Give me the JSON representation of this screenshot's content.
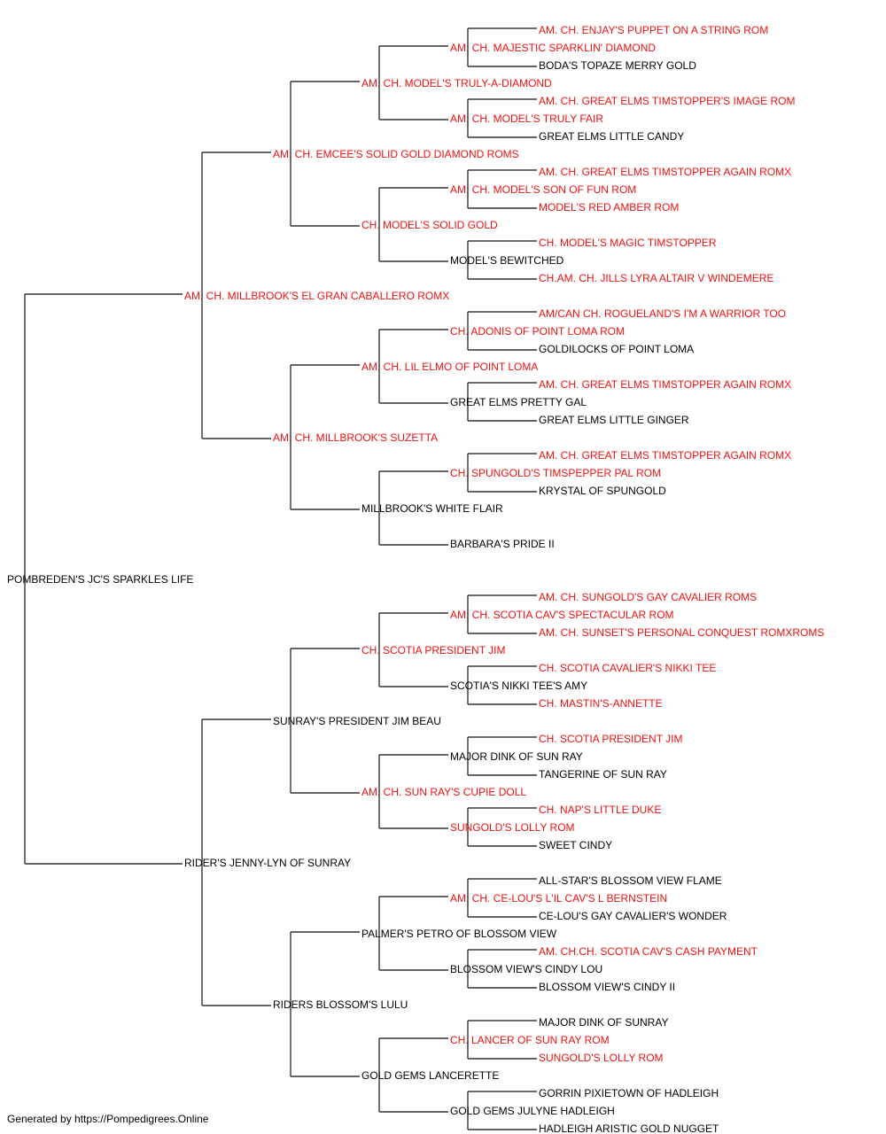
{
  "colors": {
    "titled": "#ee1111",
    "plain": "#000000",
    "line": "#333333"
  },
  "pedigree": [
    {
      "gen": 0,
      "name": "POMBREDEN'S JC'S SPARKLES LIFE",
      "titled": false
    },
    {
      "gen": 1,
      "name": "AM. CH. MILLBROOK'S EL GRAN CABALLERO ROMX",
      "titled": true
    },
    {
      "gen": 1,
      "name": "RIDER'S JENNY-LYN OF SUNRAY",
      "titled": false
    },
    {
      "gen": 2,
      "name": "AM. CH. EMCEE'S SOLID GOLD DIAMOND ROMS",
      "titled": true
    },
    {
      "gen": 2,
      "name": "AM. CH. MILLBROOK'S SUZETTA",
      "titled": true
    },
    {
      "gen": 2,
      "name": "SUNRAY'S PRESIDENT JIM BEAU",
      "titled": false
    },
    {
      "gen": 2,
      "name": "RIDERS BLOSSOM'S LULU",
      "titled": false
    },
    {
      "gen": 3,
      "name": "AM. CH. MODEL'S TRULY-A-DIAMOND",
      "titled": true
    },
    {
      "gen": 3,
      "name": "CH. MODEL'S SOLID GOLD",
      "titled": true
    },
    {
      "gen": 3,
      "name": "AM. CH. LIL ELMO OF POINT LOMA",
      "titled": true
    },
    {
      "gen": 3,
      "name": "MILLBROOK'S WHITE FLAIR",
      "titled": false
    },
    {
      "gen": 3,
      "name": "CH. SCOTIA PRESIDENT JIM",
      "titled": true
    },
    {
      "gen": 3,
      "name": "AM. CH. SUN RAY'S CUPIE DOLL",
      "titled": true
    },
    {
      "gen": 3,
      "name": "PALMER'S PETRO OF BLOSSOM VIEW",
      "titled": false
    },
    {
      "gen": 3,
      "name": "GOLD GEMS LANCERETTE",
      "titled": false
    },
    {
      "gen": 4,
      "name": "AM. CH. MAJESTIC SPARKLIN' DIAMOND",
      "titled": true
    },
    {
      "gen": 4,
      "name": "AM. CH. MODEL'S TRULY FAIR",
      "titled": true
    },
    {
      "gen": 4,
      "name": "AM. CH. MODEL'S SON OF FUN ROM",
      "titled": true
    },
    {
      "gen": 4,
      "name": "MODEL'S BEWITCHED",
      "titled": false
    },
    {
      "gen": 4,
      "name": "CH. ADONIS OF POINT LOMA ROM",
      "titled": true
    },
    {
      "gen": 4,
      "name": "GREAT ELMS PRETTY GAL",
      "titled": false
    },
    {
      "gen": 4,
      "name": "CH. SPUNGOLD'S TIMSPEPPER PAL ROM",
      "titled": true
    },
    {
      "gen": 4,
      "name": "BARBARA'S PRIDE II",
      "titled": false
    },
    {
      "gen": 4,
      "name": "AM. CH. SCOTIA CAV'S SPECTACULAR ROM",
      "titled": true
    },
    {
      "gen": 4,
      "name": "SCOTIA'S NIKKI TEE'S AMY",
      "titled": false
    },
    {
      "gen": 4,
      "name": "MAJOR DINK OF SUN RAY",
      "titled": false
    },
    {
      "gen": 4,
      "name": "SUNGOLD'S LOLLY ROM",
      "titled": true
    },
    {
      "gen": 4,
      "name": "AM. CH. CE-LOU'S L'IL CAV'S L BERNSTEIN",
      "titled": true
    },
    {
      "gen": 4,
      "name": "BLOSSOM VIEW'S CINDY LOU",
      "titled": false
    },
    {
      "gen": 4,
      "name": "CH. LANCER OF SUN RAY ROM",
      "titled": true
    },
    {
      "gen": 4,
      "name": "GOLD GEMS JULYNE HADLEIGH",
      "titled": false
    },
    {
      "gen": 5,
      "name": "AM. CH. ENJAY'S PUPPET ON A STRING ROM",
      "titled": true
    },
    {
      "gen": 5,
      "name": "BODA'S TOPAZE MERRY GOLD",
      "titled": false
    },
    {
      "gen": 5,
      "name": "AM. CH. GREAT ELMS TIMSTOPPER'S IMAGE ROM",
      "titled": true
    },
    {
      "gen": 5,
      "name": "GREAT ELMS LITTLE CANDY",
      "titled": false
    },
    {
      "gen": 5,
      "name": "AM. CH. GREAT ELMS TIMSTOPPER AGAIN ROMX",
      "titled": true
    },
    {
      "gen": 5,
      "name": "MODEL'S RED AMBER ROM",
      "titled": true
    },
    {
      "gen": 5,
      "name": "CH. MODEL'S MAGIC TIMSTOPPER",
      "titled": true
    },
    {
      "gen": 5,
      "name": "CH.AM. CH. JILLS LYRA ALTAIR V WINDEMERE",
      "titled": true
    },
    {
      "gen": 5,
      "name": "AM/CAN CH. ROGUELAND'S I'M A WARRIOR TOO",
      "titled": true
    },
    {
      "gen": 5,
      "name": "GOLDILOCKS OF POINT LOMA",
      "titled": false
    },
    {
      "gen": 5,
      "name": "AM. CH. GREAT ELMS TIMSTOPPER AGAIN ROMX",
      "titled": true
    },
    {
      "gen": 5,
      "name": "GREAT ELMS LITTLE GINGER",
      "titled": false
    },
    {
      "gen": 5,
      "name": "AM. CH. GREAT ELMS TIMSTOPPER AGAIN ROMX",
      "titled": true
    },
    {
      "gen": 5,
      "name": "KRYSTAL OF SPUNGOLD",
      "titled": false
    },
    {
      "gen": 5,
      "name": "",
      "titled": false
    },
    {
      "gen": 5,
      "name": "",
      "titled": false
    },
    {
      "gen": 5,
      "name": "AM. CH. SUNGOLD'S GAY CAVALIER ROMS",
      "titled": true
    },
    {
      "gen": 5,
      "name": "AM. CH. SUNSET'S PERSONAL CONQUEST ROMXROMS",
      "titled": true
    },
    {
      "gen": 5,
      "name": "CH. SCOTIA CAVALIER'S NIKKI TEE",
      "titled": true
    },
    {
      "gen": 5,
      "name": "CH. MASTIN'S-ANNETTE",
      "titled": true
    },
    {
      "gen": 5,
      "name": "CH. SCOTIA PRESIDENT JIM",
      "titled": true
    },
    {
      "gen": 5,
      "name": "TANGERINE OF SUN RAY",
      "titled": false
    },
    {
      "gen": 5,
      "name": "CH. NAP'S LITTLE DUKE",
      "titled": true
    },
    {
      "gen": 5,
      "name": "SWEET CINDY",
      "titled": false
    },
    {
      "gen": 5,
      "name": "ALL-STAR'S BLOSSOM VIEW FLAME",
      "titled": false
    },
    {
      "gen": 5,
      "name": "CE-LOU'S GAY CAVALIER'S WONDER",
      "titled": false
    },
    {
      "gen": 5,
      "name": "AM. CH.CH. SCOTIA CAV'S CASH PAYMENT",
      "titled": true
    },
    {
      "gen": 5,
      "name": "BLOSSOM VIEW'S CINDY II",
      "titled": false
    },
    {
      "gen": 5,
      "name": "MAJOR DINK OF SUNRAY",
      "titled": false
    },
    {
      "gen": 5,
      "name": "SUNGOLD'S LOLLY ROM",
      "titled": true
    },
    {
      "gen": 5,
      "name": "GORRIN PIXIETOWN OF HADLEIGH",
      "titled": false
    },
    {
      "gen": 5,
      "name": "HADLEIGH ARISTIC GOLD NUGGET",
      "titled": false
    }
  ],
  "footer": "Generated by https://Pompedigrees.Online"
}
